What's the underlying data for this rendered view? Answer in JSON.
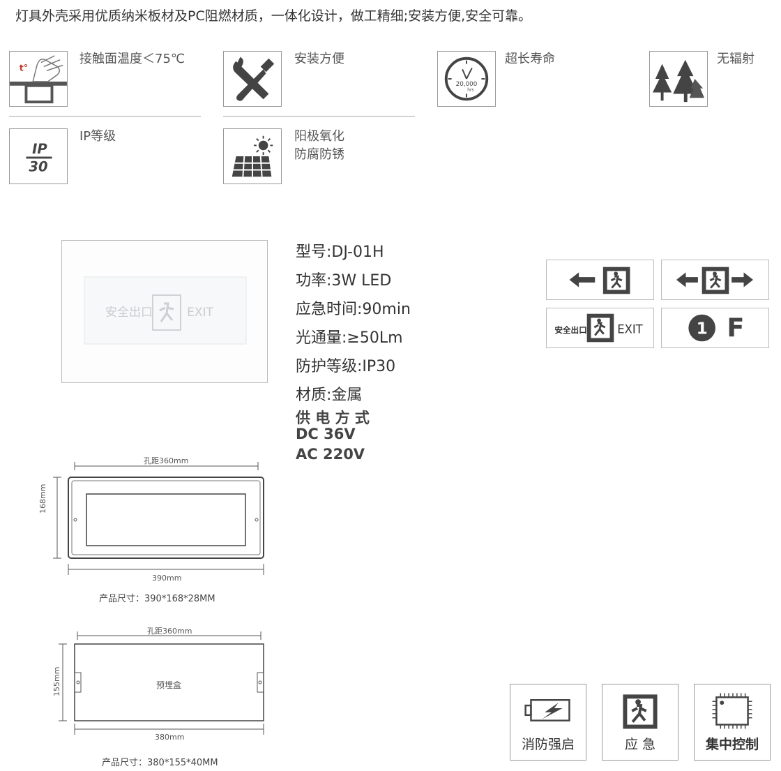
{
  "intro": "灯具外壳采用优质纳米板材及PC阻燃材质，一体化设计，做工精细;安装方便,安全可靠。",
  "features": [
    {
      "label": "接触面温度＜75℃",
      "icon": "hand-temperature-icon",
      "icon_text": "t°"
    },
    {
      "label": "安装方便",
      "icon": "wrench-screwdriver-icon"
    },
    {
      "label": "超长寿命",
      "icon": "clock-icon",
      "icon_text_1": "20,000",
      "icon_text_2": "hrs"
    },
    {
      "label": "无辐射",
      "icon": "trees-icon"
    },
    {
      "label": "IP等级",
      "icon": "ip-rating-icon",
      "icon_text_1": "IP",
      "icon_text_2": "30"
    },
    {
      "label_1": "阳极氧化",
      "label_2": "防腐防锈",
      "icon": "solar-panel-icon"
    }
  ],
  "product_photo": {
    "sign_left": "安全出口",
    "sign_right": "EXIT"
  },
  "specs": [
    "型号:DJ-01H",
    "功率:3W LED",
    "应急时间:90min",
    "光通量:≥50Lm",
    "防护等级:IP30",
    "材质:金属"
  ],
  "power": {
    "title": "供 电 方 式",
    "dc": "DC 36V",
    "ac": "AC 220V"
  },
  "signs": [
    {
      "icon": "arrow-left-exit-icon"
    },
    {
      "icon": "arrow-both-exit-icon"
    },
    {
      "icon": "safety-exit-icon",
      "text_left": "安全出口",
      "text_right": "EXIT"
    },
    {
      "icon": "floor-1f-icon",
      "number": "1",
      "letter": "F"
    }
  ],
  "drawing1": {
    "top_dim": "孔距360mm",
    "side_dim": "168mm",
    "bottom_dim": "390mm",
    "size": "产品尺寸：390*168*28MM"
  },
  "drawing2": {
    "top_dim": "孔距360mm",
    "side_dim": "155mm",
    "bottom_dim": "380mm",
    "center": "预埋盒",
    "size": "产品尺寸：380*155*40MM"
  },
  "badges": [
    {
      "label": "消防强启",
      "icon": "fire-force-start-icon"
    },
    {
      "label": "应 急",
      "icon": "emergency-exit-icon"
    },
    {
      "label": "集中控制",
      "icon": "chip-control-icon"
    }
  ],
  "colors": {
    "icon_dark": "#555555",
    "border": "#999999",
    "text": "#333333"
  }
}
